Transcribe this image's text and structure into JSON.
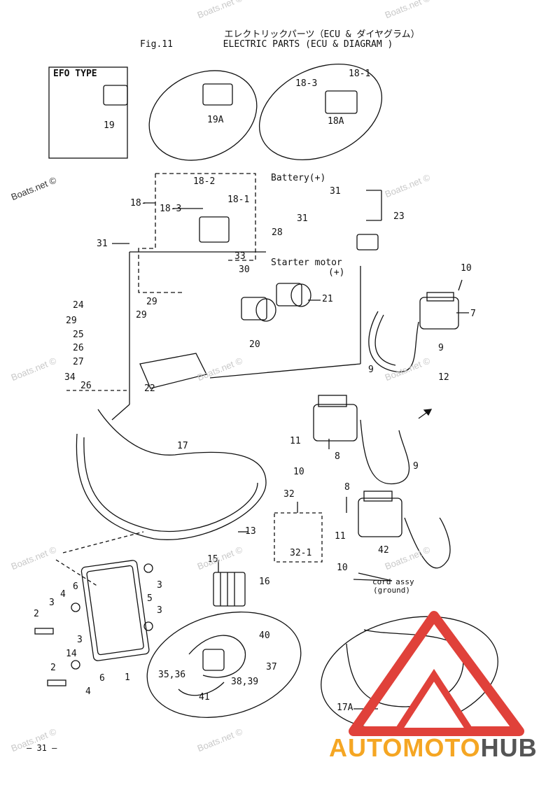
{
  "header": {
    "title_jp": "エレクトリックパーツ（ECU & ダイヤグラム）",
    "fig_number": "Fig.11",
    "title_en": "ELECTRIC PARTS (ECU & DIAGRAM )"
  },
  "insets": {
    "efo_type": "EFO TYPE"
  },
  "annotations": {
    "battery": "Battery(+)",
    "starter": "Starter motor",
    "starter_plus": "(+)",
    "cord_assy": "cord assy",
    "ground": "(ground)"
  },
  "part_labels": {
    "p19": "19",
    "p19A": "19A",
    "p18_3a": "18-3",
    "p18_1a": "18-1",
    "p18A": "18A",
    "p18_2": "18-2",
    "p18": "18-",
    "p18_3b": "18-3",
    "p18_1b": "18-1",
    "p31a": "31",
    "p31b": "31",
    "p31c": "31",
    "p23": "23",
    "p28": "28",
    "p33": "33",
    "p30": "30",
    "p21": "21",
    "p10a": "10",
    "p7": "7",
    "p24": "24",
    "p29a": "29",
    "p29b": "29",
    "p29c": "29",
    "p25": "25",
    "p26a": "26",
    "p27": "27",
    "p20": "20",
    "p9a": "9",
    "p34": "34",
    "p26b": "26",
    "p22": "22",
    "p9b": "9",
    "p12": "12",
    "p11a": "11",
    "p8a": "8",
    "p10b": "10",
    "p17": "17",
    "p9c": "9",
    "p8b": "8",
    "p32": "32",
    "p13": "13",
    "p32_1": "32-1",
    "p11b": "11",
    "p42": "42",
    "p10c": "10",
    "p15": "15",
    "p16": "16",
    "p6a": "6",
    "p4a": "4",
    "p3a": "3",
    "p2a": "2",
    "p3b": "3",
    "p5": "5",
    "p3c": "3",
    "p3d": "3",
    "p14": "14",
    "p2b": "2",
    "p6b": "6",
    "p4b": "4",
    "p1": "1",
    "p40": "40",
    "p35_36": "35,36",
    "p37": "37",
    "p38_39": "38,39",
    "p41": "41",
    "p17A": "17A"
  },
  "watermark": "Boats.net ©",
  "footer": {
    "page": "– 31 –",
    "logo_part1": "AUTOMOTO",
    "logo_part2": "HUB"
  },
  "colors": {
    "ink": "#111111",
    "logo_accent": "#f5a623",
    "logo_dark": "#555555",
    "logo_triangle": "#e0413a"
  }
}
